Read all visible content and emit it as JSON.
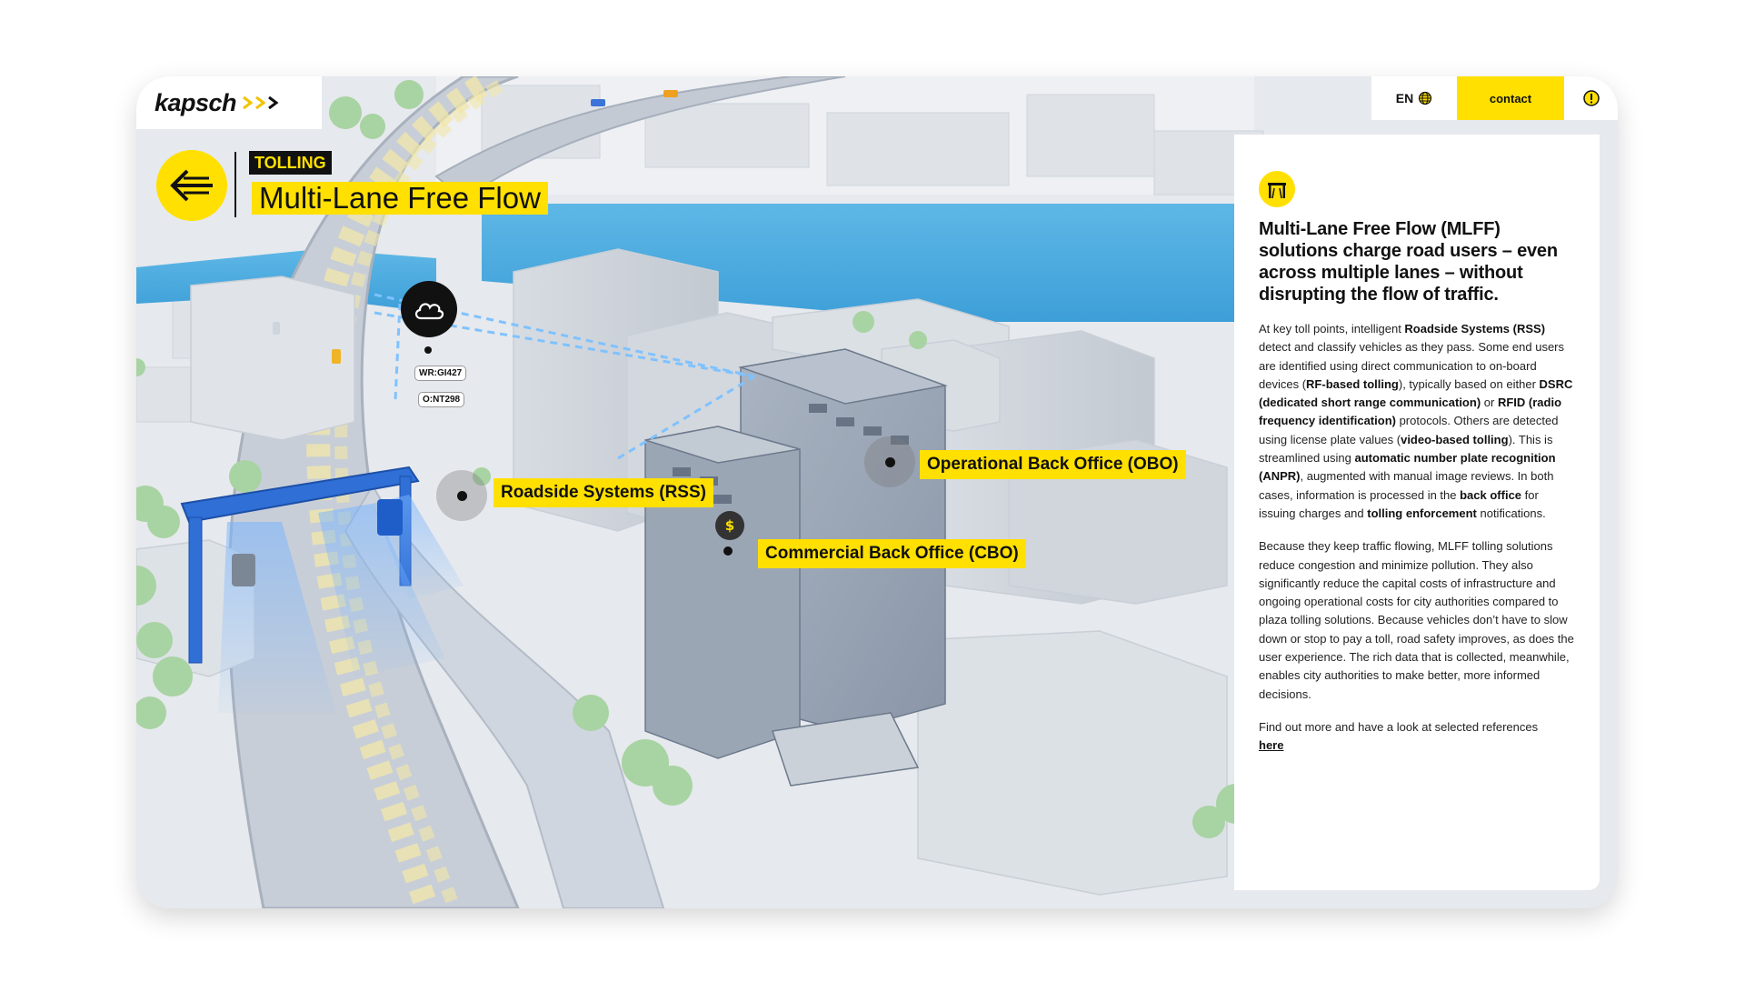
{
  "brand": {
    "logo_text": "kapsch",
    "accent": "#ffe000",
    "dark": "#111111"
  },
  "header": {
    "category": "TOLLING",
    "title": "Multi-Lane Free Flow",
    "back_icon": "arrow-left-icon"
  },
  "top_bar": {
    "language": "EN",
    "language_icon": "globe-icon",
    "contact_label": "contact",
    "info_icon": "info-icon"
  },
  "map": {
    "cloud_icon": "cloud-icon",
    "tags": [
      "WR:GI427",
      "O:NT298"
    ],
    "labels": {
      "rss": "Roadside Systems (RSS)",
      "obo": "Operational Back Office (OBO)",
      "cbo": "Commercial Back Office (CBO)"
    },
    "dollar_icon": "dollar-icon"
  },
  "panel": {
    "icon": "toll-gantry-icon",
    "heading": "Multi-Lane Free Flow (MLFF) solutions charge road users – even across multiple lanes – without disrupting the flow of traffic.",
    "p1": [
      {
        "t": "At key toll points, intelligent "
      },
      {
        "b": "Roadside Systems (RSS)"
      },
      {
        "t": " detect and classify vehicles as they pass. Some end users are identified using direct communication to on-board devices ("
      },
      {
        "b": "RF-based tolling"
      },
      {
        "t": "), typically based on either "
      },
      {
        "b": "DSRC (dedicated short range communication)"
      },
      {
        "t": " or "
      },
      {
        "b": "RFID (radio frequency identification)"
      },
      {
        "t": " protocols. Others are detected using license plate values ("
      },
      {
        "b": "video-based tolling"
      },
      {
        "t": "). This is streamlined using "
      },
      {
        "b": "automatic number plate recognition (ANPR)"
      },
      {
        "t": ", augmented with manual image reviews. In both cases, information is processed in the "
      },
      {
        "b": "back office"
      },
      {
        "t": " for issuing charges and "
      },
      {
        "b": "tolling enforcement"
      },
      {
        "t": " notifications."
      }
    ],
    "p2": "Because they keep traffic flowing, MLFF tolling solutions reduce congestion and minimize pollution. They also significantly reduce the capital costs of infrastructure and ongoing operational costs for city authorities compared to plaza tolling solutions. Because vehicles don’t have to slow down or stop to pay a toll, road safety improves, as does the user experience. The rich data that is collected, meanwhile, enables city authorities to make better, more informed decisions.",
    "p3": "Find out more and have a look at selected references",
    "p3_link": "here"
  }
}
